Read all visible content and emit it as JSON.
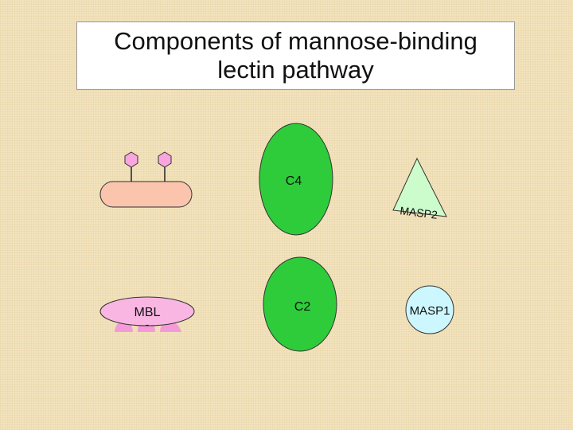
{
  "title": {
    "line1": "Components of mannose-binding",
    "line2": "lectin pathway"
  },
  "components": {
    "c4": "C4",
    "c2": "C2",
    "masp2": "MASP2",
    "masp1": "MASP1",
    "mbl": "MBL",
    "mbl_sub": "-"
  },
  "colors": {
    "background": "#f2e3bd",
    "complement_green": "#2ecc3a",
    "masp2_fill": "#ccfccc",
    "masp1_fill": "#ccf7ff",
    "mbl_pink": "#f49ad8",
    "bacterium_fill": "#fbc4ad",
    "sugar_fill": "#f9a5de"
  }
}
